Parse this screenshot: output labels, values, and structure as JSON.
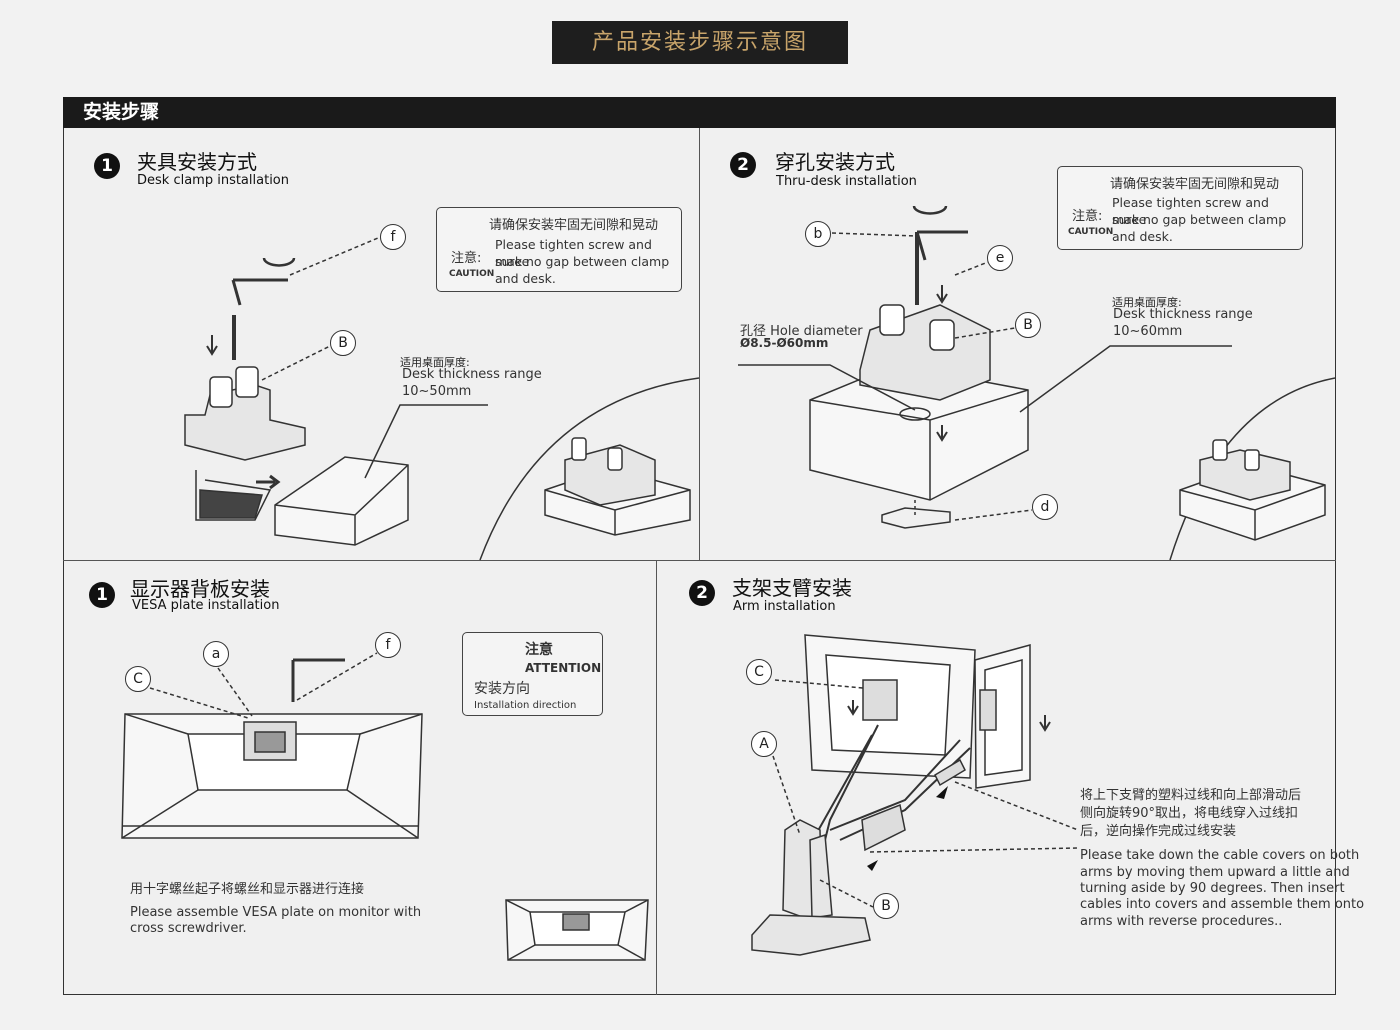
{
  "title": "产品安装步骤示意图",
  "section_title": "安装步骤",
  "panels": {
    "clamp": {
      "num": "1",
      "title_zh": "夹具安装方式",
      "title_en": "Desk clamp installation",
      "caution_zh": "请确保安装牢固无间隙和晃动",
      "caution_en1": "Please tighten screw and make",
      "caution_en2": "sure no gap between clamp",
      "caution_en3": "and desk.",
      "note_zh": "注意:",
      "note_en": "CAUTION",
      "range_zh": "适用桌面厚度:",
      "range_en": "Desk thickness range",
      "range_val": "10~50mm",
      "labels": [
        "f",
        "B"
      ]
    },
    "thru": {
      "num": "2",
      "title_zh": "穿孔安装方式",
      "title_en": "Thru-desk installation",
      "caution_zh": "请确保安装牢固无间隙和晃动",
      "caution_en1": "Please tighten screw and make",
      "caution_en2": "sure no gap between clamp",
      "caution_en3": "and desk.",
      "note_zh": "注意:",
      "note_en": "CAUTION",
      "hole_label": "孔径 Hole diameter",
      "hole_val": "Ø8.5-Ø60mm",
      "range_zh": "适用桌面厚度:",
      "range_en": "Desk thickness range",
      "range_val": "10~60mm",
      "labels": [
        "b",
        "e",
        "B",
        "d"
      ]
    },
    "vesa": {
      "num": "1",
      "title_zh": "显示器背板安装",
      "title_en": "VESA plate installation",
      "attention_zh": "注意",
      "attention_en": "ATTENTION",
      "dir_zh": "安装方向",
      "dir_en": "Installation direction",
      "desc_zh": "用十字螺丝起子将螺丝和显示器进行连接",
      "desc_en1": "Please assemble VESA plate on monitor with",
      "desc_en2": "cross screwdriver.",
      "labels": [
        "a",
        "f",
        "C"
      ]
    },
    "arm": {
      "num": "2",
      "title_zh": "支架支臂安装",
      "title_en": "Arm installation",
      "desc_zh1": "将上下支臂的塑料过线和向上部滑动后",
      "desc_zh2": "侧向旋转90°取出，将电线穿入过线扣",
      "desc_zh3": "后，逆向操作完成过线安装",
      "desc_en1": "Please take down the cable covers on both",
      "desc_en2": "arms by moving them upward a little and",
      "desc_en3": "turning aside by 90 degrees. Then insert",
      "desc_en4": "cables into covers and assemble them onto",
      "desc_en5": "arms with reverse procedures..",
      "labels": [
        "C",
        "A",
        "B"
      ]
    }
  }
}
